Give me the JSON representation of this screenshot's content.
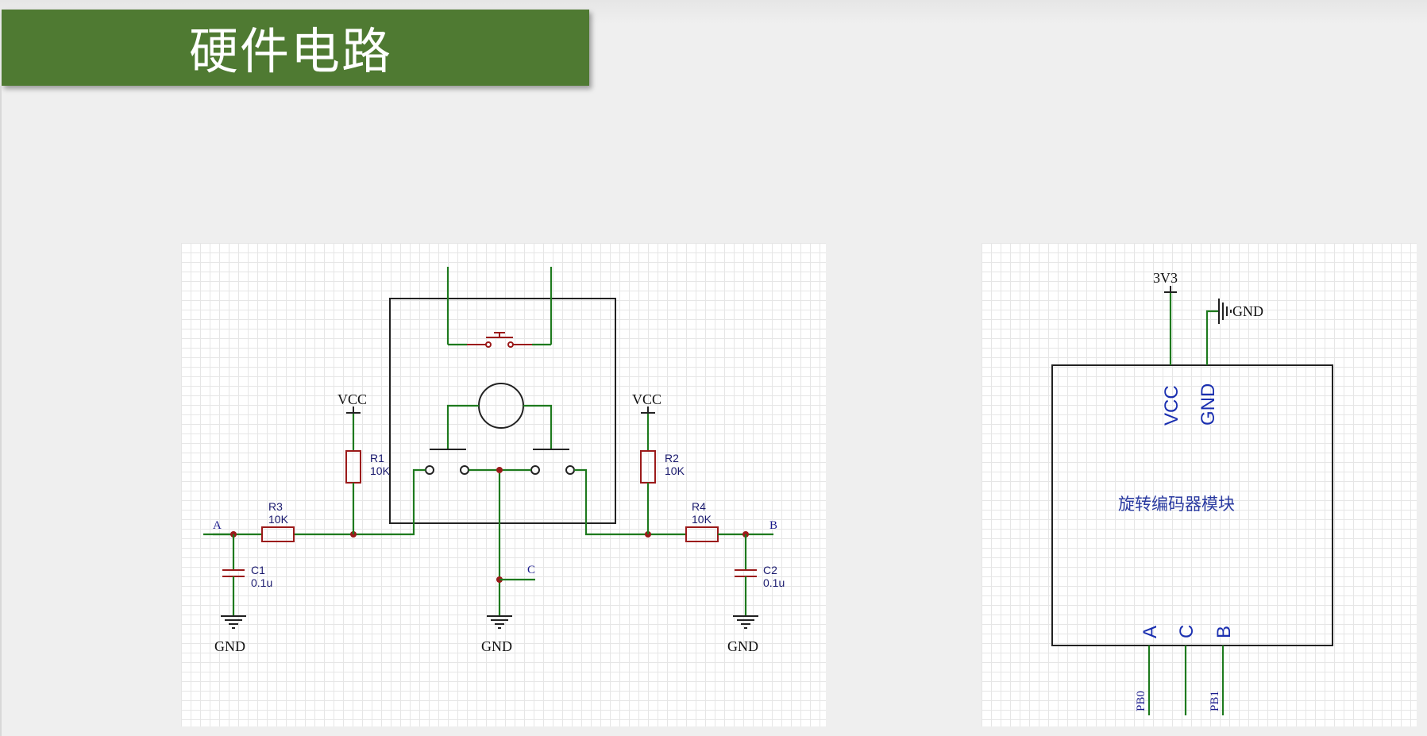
{
  "slide": {
    "title": "硬件电路"
  },
  "left_schematic": {
    "nets": {
      "a": "A",
      "b": "B",
      "c": "C"
    },
    "vcc": "VCC",
    "gnd": "GND",
    "r1": {
      "ref": "R1",
      "value": "10K"
    },
    "r2": {
      "ref": "R2",
      "value": "10K"
    },
    "r3": {
      "ref": "R3",
      "value": "10K"
    },
    "r4": {
      "ref": "R4",
      "value": "10K"
    },
    "c1": {
      "ref": "C1",
      "value": "0.1u"
    },
    "c2": {
      "ref": "C2",
      "value": "0.1u"
    }
  },
  "right_schematic": {
    "supply_label": "3V3",
    "gnd_label": "GND",
    "module_name": "旋转编码器模块",
    "pins_top": {
      "vcc": "VCC",
      "gnd": "GND"
    },
    "pins_bottom": {
      "a": "A",
      "c": "C",
      "b": "B"
    },
    "pin_connections": {
      "a": "PB0",
      "b": "PB1"
    }
  },
  "colors": {
    "banner": "#4f7a32",
    "wire": "#1e7a1e",
    "component": "#9b1a1a",
    "label": "#1a1a8c"
  }
}
